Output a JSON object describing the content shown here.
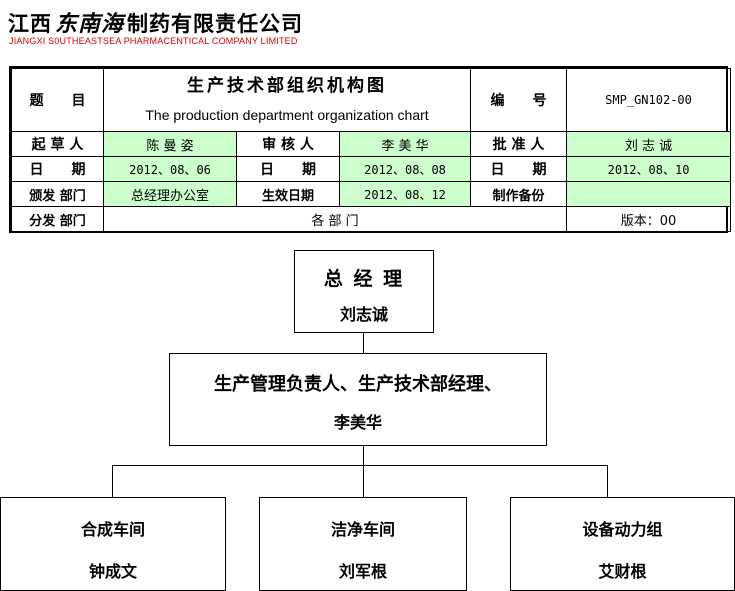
{
  "header": {
    "logo_cn_prefix": "江西",
    "logo_cn_brand": "东南海",
    "logo_cn_suffix": "制药有限责任公司",
    "logo_en": "JIANGXI S0UTHEASTSEA PHARMACENTICAL COMPANY LIMITED",
    "logo_en_color": "#d40000"
  },
  "info_table": {
    "title_label": "题　　目",
    "title_cn": "生产技术部组织机构图",
    "title_en": "The production department organization chart",
    "code_label": "编　　号",
    "code_value": "SMP_GN102-00",
    "drafter_label": "起 草 人",
    "drafter_value": "陈 曼 姿",
    "reviewer_label": "审 核 人",
    "reviewer_value": "李 美 华",
    "approver_label": "批 准 人",
    "approver_value": "刘 志 诚",
    "date_label": "日　　期",
    "draft_date": "2012、08、06",
    "review_date": "2012、08、08",
    "approve_date": "2012、08、10",
    "issue_dept_label": "颁发 部门",
    "issue_dept_value": "总经理办公室",
    "effective_date_label": "生效日期",
    "effective_date_value": "2012、08、12",
    "backup_label": "制作备份",
    "backup_value": "",
    "distribution_label": "分发 部门",
    "distribution_value": "各 部 门",
    "version_text": "版本：00",
    "highlight_color": "#ccffcc"
  },
  "org_chart": {
    "top": {
      "title": "总 经 理",
      "name": "刘志诚"
    },
    "second": {
      "title": "生产管理负责人、生产技术部经理、",
      "name": "李美华"
    },
    "children": [
      {
        "title": "合成车间",
        "name": "钟成文"
      },
      {
        "title": "洁净车间",
        "name": "刘军根"
      },
      {
        "title": "设备动力组",
        "name": "艾财根"
      }
    ]
  }
}
